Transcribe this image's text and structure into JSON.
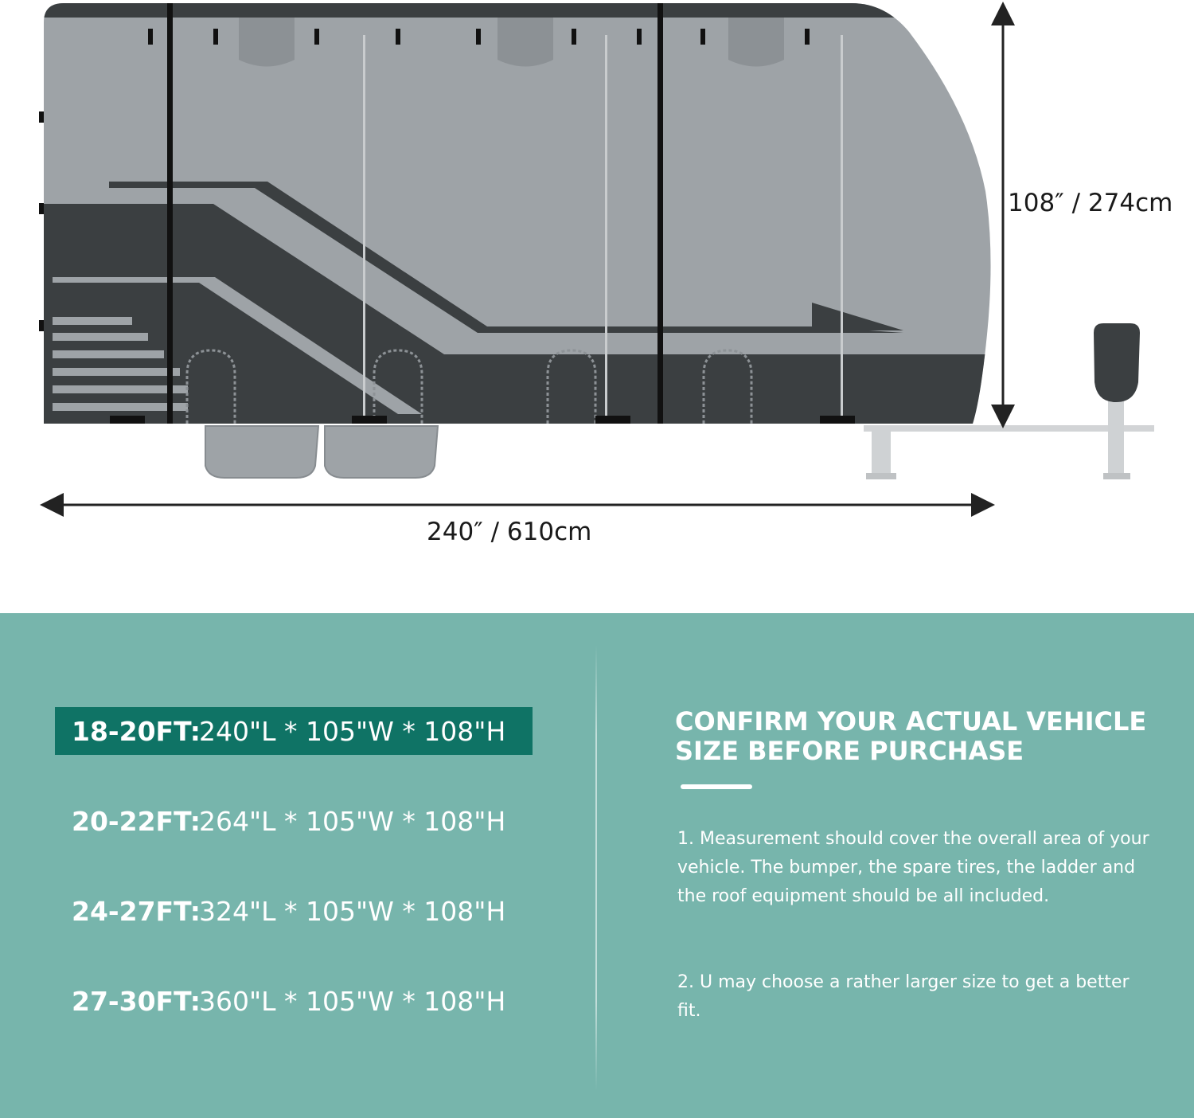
{
  "dimensions": {
    "height": "108″ / 274cm",
    "length": "240″ / 610cm"
  },
  "sizes": [
    {
      "name": "18-20FT:",
      "dims": "240\"L * 105\"W * 108\"H",
      "selected": true
    },
    {
      "name": "20-22FT:",
      "dims": "264\"L * 105\"W * 108\"H",
      "selected": false
    },
    {
      "name": "24-27FT:",
      "dims": "324\"L * 105\"W * 108\"H",
      "selected": false
    },
    {
      "name": "27-30FT:",
      "dims": "360\"L * 105\"W * 108\"H",
      "selected": false
    }
  ],
  "info": {
    "title": "CONFIRM YOUR ACTUAL VEHICLE SIZE BEFORE PURCHASE",
    "note1": "1. Measurement should cover the overall area of your vehicle. The bumper, the spare tires, the ladder and the roof equipment should be all included.",
    "note2": "2. U may choose a  rather larger size to get a better fit."
  },
  "colors": {
    "panel_bg": "#77b5ac",
    "highlight_bg": "#0f7365",
    "cover_light": "#9ea3a7",
    "cover_dark": "#3b3f41"
  }
}
